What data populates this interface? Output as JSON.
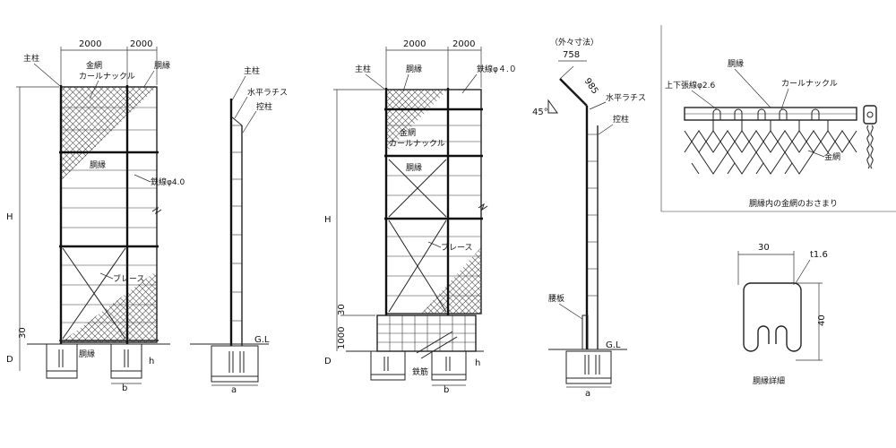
{
  "labels": {
    "main_post": "主柱",
    "wire_mesh": "金網",
    "curl_knuckle": "カールナックル",
    "frame_edge": "胴縁",
    "steel_wire": "鉄線φ4.0",
    "steel_wire_spaced": "鉄線φ４.０",
    "brace": "ブレース",
    "horizontal_latch": "水平ラチス",
    "support_post": "控柱",
    "waist_board": "腰板",
    "rebar": "鉄筋",
    "outer_dim_note": "（外々寸法）",
    "top_bottom_wire": "上下張線φ2.6",
    "frame_caption": "胴縁内の金網のおさまり",
    "frame_detail": "胴縁詳細",
    "ground_level": "G.L",
    "height": "H",
    "depth": "D",
    "base_b": "b",
    "base_a": "a",
    "base_h": "h"
  },
  "dims": {
    "span": "2000",
    "d30": "30",
    "d1000": "1000",
    "d30b": "30",
    "d758": "758",
    "d985": "985",
    "angle45": "45°",
    "w30": "30",
    "t16": "t1.6",
    "h40": "40"
  }
}
